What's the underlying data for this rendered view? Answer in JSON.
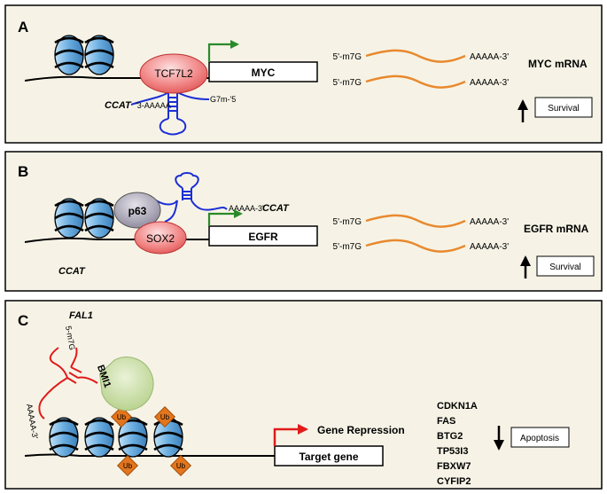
{
  "panelA": {
    "letter": "A",
    "tf_label": "TCF7L2",
    "gene_label": "MYC",
    "lnc_name": "CCAT",
    "lnc_3end": "'3-AAAAA",
    "lnc_5end": "G7m-'5",
    "mrna_5": "5'-m7G",
    "mrna_3": "AAAAA-3'",
    "mrna_label": "MYC  mRNA",
    "outcome": "Survival",
    "outcome_direction": "up"
  },
  "panelB": {
    "letter": "B",
    "cofactor_label": "p63",
    "tf_label": "SOX2",
    "gene_label": "EGFR",
    "lnc_name": "CCAT",
    "lnc_name_bottom": "CCAT",
    "lnc_3end": "AAAAA-3'",
    "mrna_5": "5'-m7G",
    "mrna_3": "AAAAA-3'",
    "mrna_label": "EGFR  mRNA",
    "outcome": "Survival",
    "outcome_direction": "up"
  },
  "panelC": {
    "letter": "C",
    "lnc_name": "FAL1",
    "lnc_5end": "5-m7G",
    "lnc_3end": "AAAAA-3'",
    "complex_label": "BMI1",
    "ub_label": "Ub",
    "repression_label": "Gene Repression",
    "gene_label": "Target gene",
    "genes": [
      "CDKN1A",
      "FAS",
      "BTG2",
      "TP53I3",
      "FBXW7",
      "CYFIP2"
    ],
    "outcome": "Apoptosis",
    "outcome_direction": "down"
  },
  "colors": {
    "panel_bg": "#f6f3e6",
    "nucleosome": "#6aaee0",
    "tf_fill": "#f07a7a",
    "arrow_green": "#2a8a2a",
    "arrow_red": "#e11b1b",
    "lnc_blue": "#1c2ed6",
    "lnc_red": "#e11b1b",
    "mrna_orange": "#e8892e",
    "p63_fill": "#a7a3b4",
    "bmi1_fill": "#c3d99a",
    "ub_fill": "#e3751c"
  }
}
